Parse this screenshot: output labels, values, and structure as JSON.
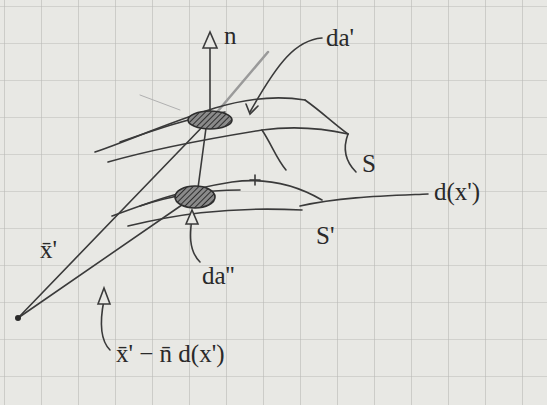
{
  "diagram": {
    "labels": [
      "n",
      "da'",
      "S",
      "d(x')",
      "S'",
      "x̄'",
      "da''",
      "x̄' − n̄ d(x')"
    ]
  }
}
